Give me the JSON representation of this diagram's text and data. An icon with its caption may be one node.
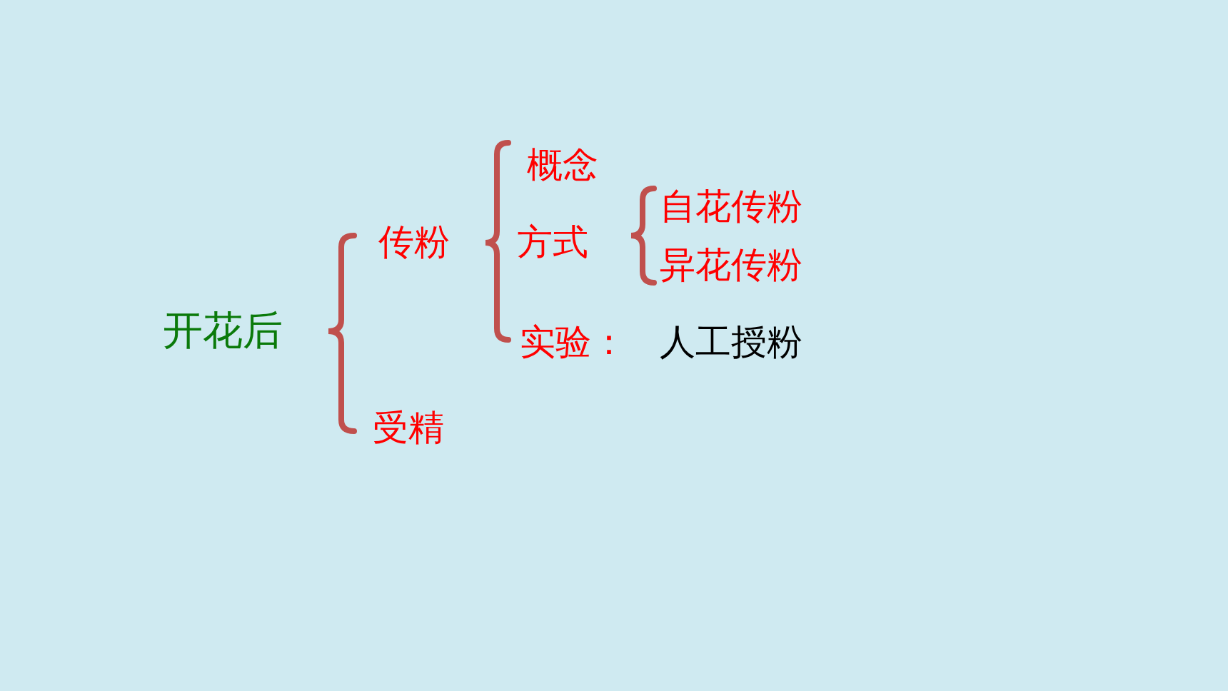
{
  "diagram": {
    "labels": [
      "概念",
      "自花传粉",
      "传粉",
      "方式",
      "异花传粉",
      "开花后",
      "实验：",
      "人工授粉",
      "受精"
    ]
  }
}
